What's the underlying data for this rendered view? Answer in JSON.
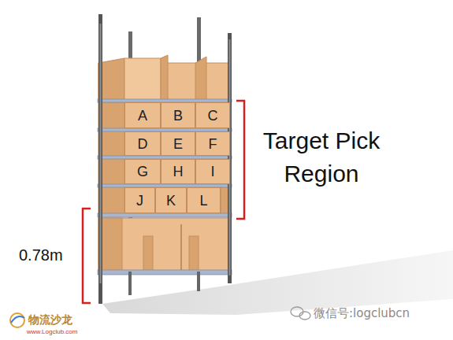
{
  "diagram": {
    "nodes": [
      {
        "text": [
          "A"
        ]
      },
      {
        "text": [
          "B"
        ]
      },
      {
        "text": [
          "C"
        ]
      },
      {
        "text": [
          "D"
        ]
      },
      {
        "text": [
          "E"
        ]
      },
      {
        "text": [
          "F"
        ]
      },
      {
        "text": [
          "G"
        ]
      },
      {
        "text": [
          "H"
        ]
      },
      {
        "text": [
          "I"
        ]
      },
      {
        "text": [
          "J"
        ]
      },
      {
        "text": [
          "K"
        ]
      },
      {
        "text": [
          "L"
        ]
      }
    ],
    "labels": [
      "Target Pick Region",
      "0.78m",
      "物流沙龙",
      "www.Logclub.com",
      "微信号:logclubcn"
    ]
  }
}
